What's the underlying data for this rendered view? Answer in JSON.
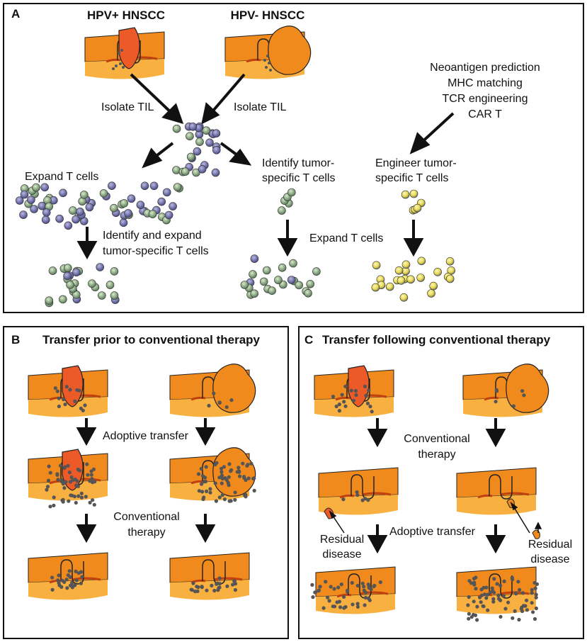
{
  "panel_a": {
    "letter": "A",
    "hpv_pos": "HPV+ HNSCC",
    "hpv_neg": "HPV- HNSCC",
    "isolate_left": "Isolate TIL",
    "isolate_right": "Isolate TIL",
    "methods": [
      "Neoantigen prediction",
      "MHC matching",
      "TCR engineering",
      "CAR T"
    ],
    "expand_t_cells": "Expand T cells",
    "identify_tumor_specific": [
      "Identify tumor-",
      "specific T cells"
    ],
    "engineer_tumor_specific": [
      "Engineer tumor-",
      "specific T cells"
    ],
    "identify_and_expand": [
      "Identify and expand",
      "tumor-specific T cells"
    ],
    "expand_t_cells_2": "Expand T cells"
  },
  "panel_b": {
    "letter": "B",
    "title": "Transfer prior to conventional therapy",
    "adoptive_transfer": "Adoptive transfer",
    "conventional_therapy": [
      "Conventional",
      "therapy"
    ]
  },
  "panel_c": {
    "letter": "C",
    "title": "Transfer following conventional therapy",
    "conventional_therapy": [
      "Conventional",
      "therapy"
    ],
    "adoptive_transfer": "Adoptive transfer",
    "residual_left": [
      "Residual",
      "disease"
    ],
    "residual_right": [
      "Residual",
      "disease"
    ]
  },
  "colors": {
    "tissue_top": "#f08a1c",
    "tissue_bottom": "#f8b040",
    "tumor_hpv_pos": "#ec5a28",
    "tumor_hpv_neg": "#f08a1c",
    "cell_purple": "#6a6aa8",
    "cell_green": "#9ec08a",
    "cell_yellow": "#e8e070",
    "til_dot": "#555555"
  },
  "icons": [
    "arrow-down-icon",
    "tissue-section-icon",
    "t-cell-icon"
  ]
}
